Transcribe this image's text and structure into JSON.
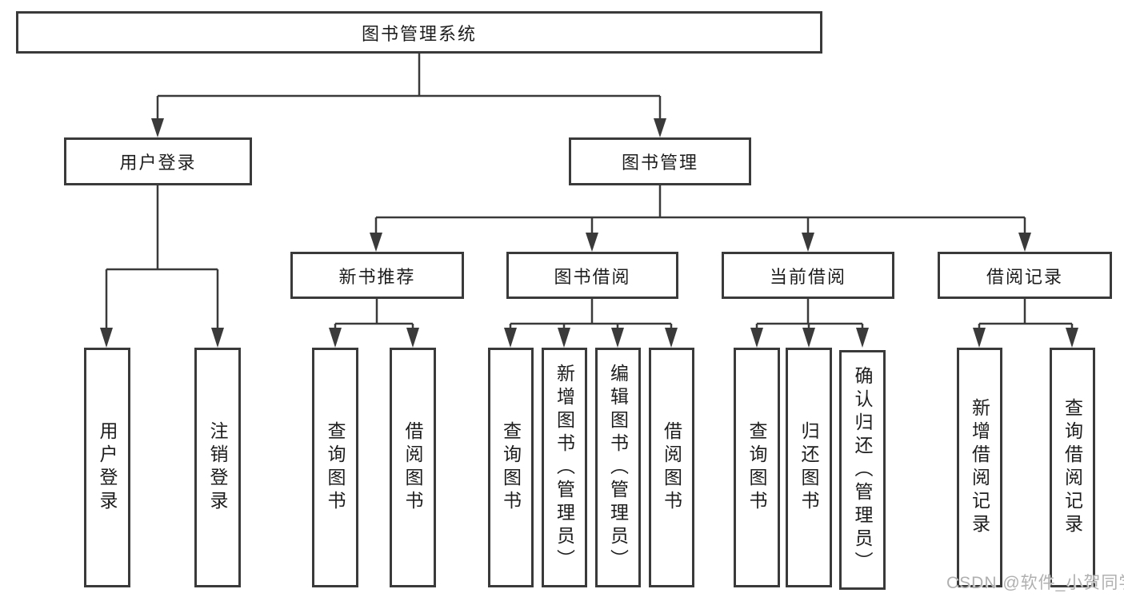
{
  "diagram_title": "图书管理系统",
  "tree": {
    "label": "图书管理系统",
    "children": [
      {
        "label": "用户登录",
        "children": [
          {
            "label": "用户登录"
          },
          {
            "label": "注销登录"
          }
        ]
      },
      {
        "label": "图书管理",
        "children": [
          {
            "label": "新书推荐",
            "children": [
              {
                "label": "查询图书"
              },
              {
                "label": "借阅图书"
              }
            ]
          },
          {
            "label": "图书借阅",
            "children": [
              {
                "label": "查询图书"
              },
              {
                "label": "新增图书（管理员）"
              },
              {
                "label": "编辑图书（管理员）"
              },
              {
                "label": "借阅图书"
              }
            ]
          },
          {
            "label": "当前借阅",
            "children": [
              {
                "label": "查询图书"
              },
              {
                "label": "归还图书"
              },
              {
                "label": "确认归还（管理员）"
              }
            ]
          },
          {
            "label": "借阅记录",
            "children": [
              {
                "label": "新增借阅记录"
              },
              {
                "label": "查询借阅记录"
              }
            ]
          }
        ]
      }
    ]
  },
  "watermark": "CSDN @软件_小贺同学",
  "colors": {
    "line": "#3a3a3a",
    "text": "#1d1d1d",
    "box_background": "#ffffff",
    "watermark": "#b0b0b0"
  }
}
